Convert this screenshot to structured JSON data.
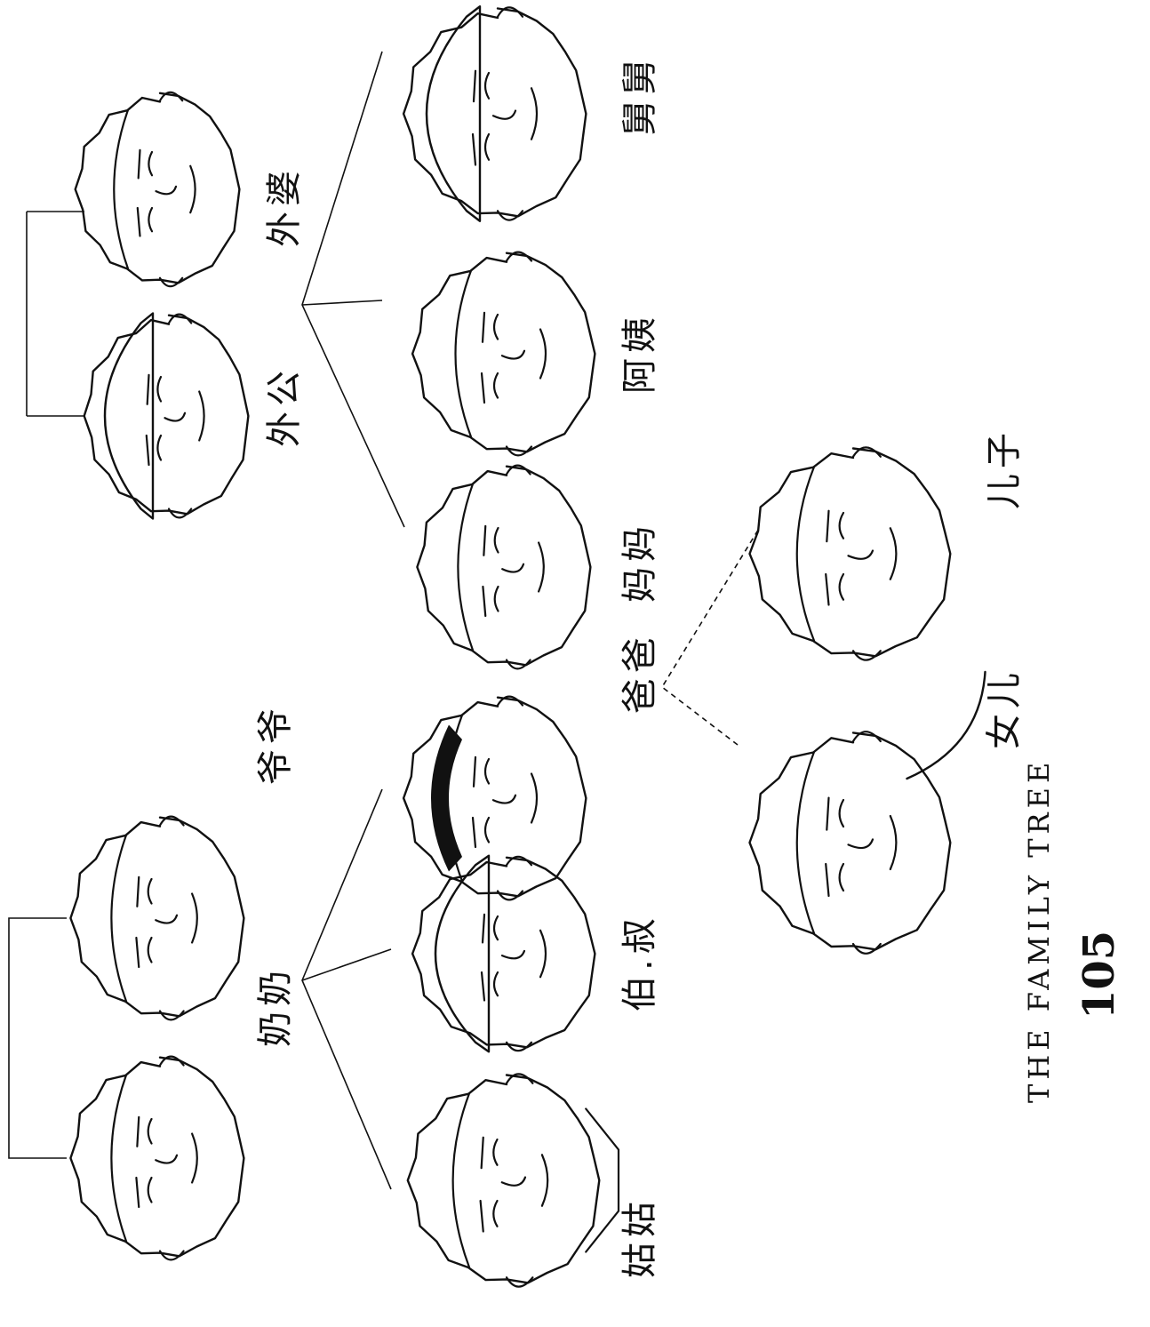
{
  "page_number": "105",
  "caption": "THE FAMILY TREE",
  "paternal_side": {
    "grandparents": [
      "奶奶",
      "爷爷"
    ],
    "children": [
      "姑姑",
      "伯.叔",
      "爸爸"
    ]
  },
  "maternal_side": {
    "grandparents": [
      "外公",
      "外婆"
    ],
    "children": [
      "妈妈",
      "阿姨",
      "舅舅"
    ]
  },
  "grandchildren": [
    "女儿",
    "儿子"
  ]
}
